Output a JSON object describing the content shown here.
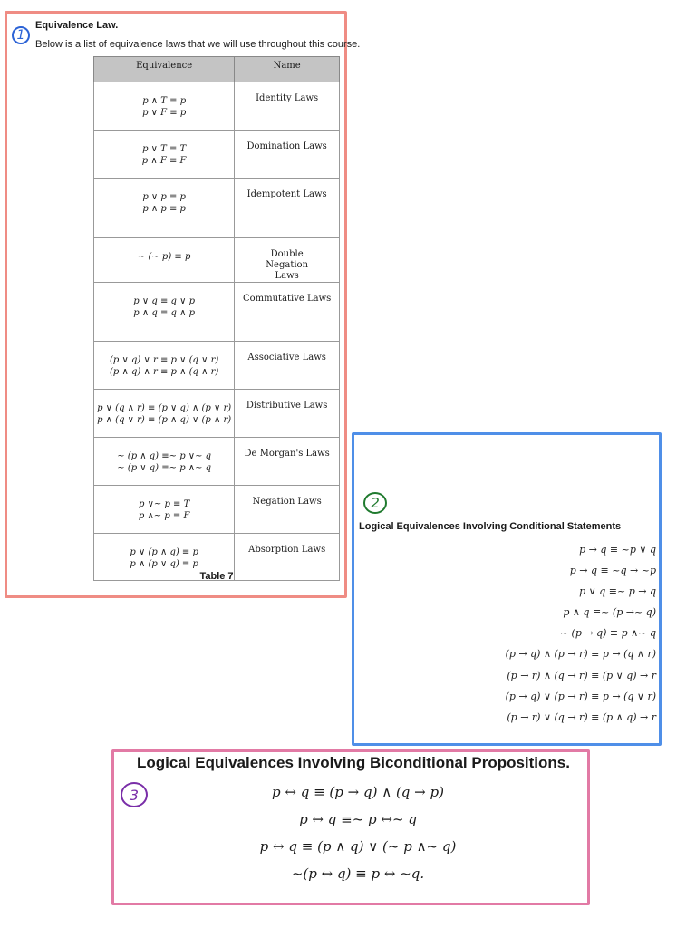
{
  "section1": {
    "number": "1",
    "title": "Equivalence Law.",
    "intro": "Below is a list of equivalence laws that we will use throughout this course.",
    "columns": [
      "Equivalence",
      "Name"
    ],
    "rows": [
      {
        "eq": [
          "p ∧ T ≡ p",
          "p ∨ F ≡ p"
        ],
        "name": "Identity Laws"
      },
      {
        "eq": [
          "p ∨ T ≡ T",
          "p ∧ F ≡ F"
        ],
        "name": "Domination Laws"
      },
      {
        "eq": [
          "p ∨ p ≡ p",
          "p ∧ p ≡ p"
        ],
        "name": "Idempotent Laws"
      },
      {
        "eq": [
          "~ (~ p) ≡ p"
        ],
        "name": "Double Negation Laws"
      },
      {
        "eq": [
          "p ∨ q ≡ q ∨ p",
          "p ∧ q ≡ q ∧ p"
        ],
        "name": "Commutative Laws"
      },
      {
        "eq": [
          "(p ∨ q) ∨ r ≡ p ∨ (q ∨ r)",
          "(p ∧ q) ∧ r ≡ p ∧ (q ∧ r)"
        ],
        "name": "Associative Laws"
      },
      {
        "eq": [
          "p ∨ (q ∧ r) ≡ (p ∨ q) ∧ (p ∨ r)",
          "p ∧ (q ∨ r) ≡ (p ∧ q) ∨ (p ∧ r)"
        ],
        "name": "Distributive Laws"
      },
      {
        "eq": [
          "~ (p ∧ q) ≡~ p ∨~ q",
          "~ (p ∨ q) ≡~ p ∧~ q"
        ],
        "name": "De Morgan's Laws"
      },
      {
        "eq": [
          "p ∨~ p ≡ T",
          "p ∧~ p ≡ F"
        ],
        "name": "Negation Laws"
      },
      {
        "eq": [
          "p ∨ (p ∧ q) ≡ p",
          "p ∧ (p ∨ q) ≡ p"
        ],
        "name": "Absorption Laws"
      }
    ],
    "caption": "Table 7"
  },
  "section2": {
    "number": "2",
    "title": "Logical Equivalences Involving Conditional Statements",
    "lines": [
      "p → q ≡ ~p ∨ q",
      "p → q ≡ ~q → ~p",
      "p ∨ q ≡~ p → q",
      "p ∧ q ≡~ (p →~ q)",
      "~ (p → q) ≡ p ∧~ q",
      "(p → q) ∧ (p → r) ≡ p → (q ∧ r)",
      "(p → r) ∧ (q → r) ≡ (p ∨ q) → r",
      "(p → q) ∨ (p → r) ≡ p → (q ∨ r)",
      "(p → r) ∨ (q → r) ≡ (p ∧ q) → r"
    ]
  },
  "section3": {
    "number": "3",
    "title": "Logical Equivalences Involving Biconditional Propositions.",
    "lines": [
      "p ↔ q ≡ (p → q) ∧ (q → p)",
      "p ↔ q ≡~ p ↔~ q",
      "p ↔ q ≡ (p ∧ q) ∨ (~ p ∧~ q)",
      "~(p ↔ q) ≡ p ↔ ~q."
    ]
  }
}
